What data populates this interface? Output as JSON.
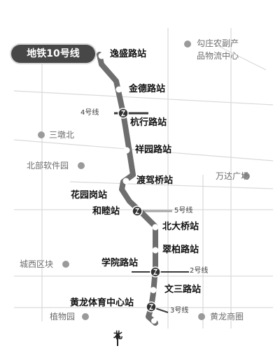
{
  "line_title": "地铁10号线",
  "stations": [
    {
      "name": "逸盛路站"
    },
    {
      "name": "金德路站"
    },
    {
      "name": "杭行路站",
      "transfer": true
    },
    {
      "name": "祥园路站"
    },
    {
      "name": "渡驾桥站"
    },
    {
      "name": "花园岗站"
    },
    {
      "name": "和睦站",
      "transfer": true
    },
    {
      "name": "北大桥站"
    },
    {
      "name": "翠柏路站"
    },
    {
      "name": "学院路站",
      "transfer": true
    },
    {
      "name": "文三路站"
    },
    {
      "name": "黄龙体育中心站",
      "transfer": true
    }
  ],
  "transfer_lines": [
    "4号线",
    "5号线",
    "2号线",
    "3号线"
  ],
  "landmarks": [
    {
      "name": "勾庄农副产\n品物流中心"
    },
    {
      "name": "三墩北"
    },
    {
      "name": "北部软件园"
    },
    {
      "name": "万达广场"
    },
    {
      "name": "城西区块"
    },
    {
      "name": "植物园"
    },
    {
      "name": "黄龙商圈"
    }
  ],
  "north_label": "北",
  "colors": {
    "line": "#6e6e6e",
    "badge": "#474747",
    "road": "#d9d9d9",
    "landmark_dot": "#9a9a9a",
    "transfer_line": "#3a3a3a"
  },
  "icons": {
    "transfer": "transfer-icon",
    "north": "north-arrow-icon",
    "landmark": "landmark-dot-icon"
  }
}
